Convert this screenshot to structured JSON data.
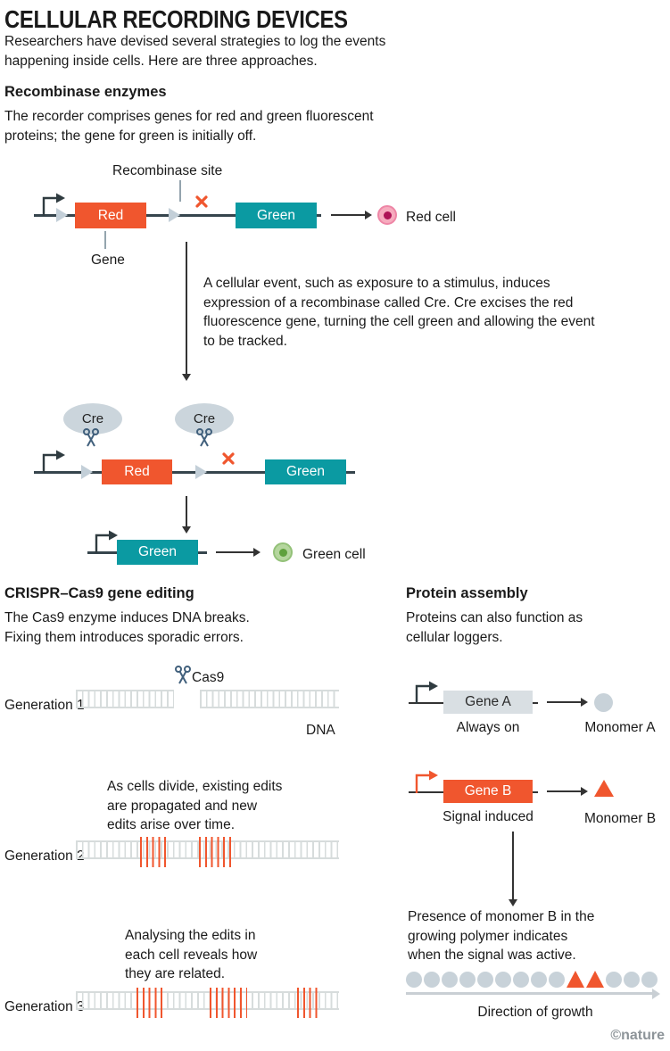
{
  "header": {
    "title": "CELLULAR RECORDING DEVICES",
    "subtitle": "Researchers have devised several strategies to log the events happening inside cells. Here are three approaches."
  },
  "recombinase": {
    "heading": "Recombinase enzymes",
    "intro": "The recorder comprises genes for red and green fluorescent proteins; the gene for green is initially off.",
    "site_label": "Recombinase site",
    "gene_label": "Gene",
    "red_label": "Red",
    "green_label": "Green",
    "red_cell_label": "Red cell",
    "green_cell_label": "Green cell",
    "cre_label": "Cre",
    "event_text": "A cellular event, such as exposure to a stimulus, induces expression of a recombinase called Cre. Cre excises the red fluorescence gene, turning the cell green and allowing the event to be tracked."
  },
  "crispr": {
    "heading": "CRISPR–Cas9 gene editing",
    "intro": "The Cas9 enzyme induces DNA breaks. Fixing them introduces sporadic errors.",
    "cas9_label": "Cas9",
    "dna_label": "DNA",
    "gen1_label": "Generation 1",
    "gen2_label": "Generation 2",
    "gen3_label": "Generation 3",
    "gen2_note": "As cells divide, existing edits are propagated and new edits arise over time.",
    "gen3_note": "Analysing the edits in each cell reveals how they are related."
  },
  "protein": {
    "heading": "Protein assembly",
    "intro": "Proteins can also function as cellular loggers.",
    "gene_a_label": "Gene A",
    "gene_a_mode": "Always on",
    "monomer_a_label": "Monomer A",
    "gene_b_label": "Gene B",
    "gene_b_mode": "Signal induced",
    "monomer_b_label": "Monomer B",
    "polymer_text": "Presence of monomer B in the growing polymer indicates when the signal was active.",
    "direction_label": "Direction of growth",
    "polymer_sequence": [
      "A",
      "A",
      "A",
      "A",
      "A",
      "A",
      "A",
      "A",
      "A",
      "B",
      "B",
      "A",
      "A",
      "A"
    ]
  },
  "footer": {
    "credit": "©nature"
  },
  "colors": {
    "orange": "#F0562E",
    "teal": "#0B9AA2",
    "line": "#36454D",
    "site_gray": "#C3CFD8",
    "ladder_gray": "#D7DCDC",
    "scissors": "#41607C"
  }
}
